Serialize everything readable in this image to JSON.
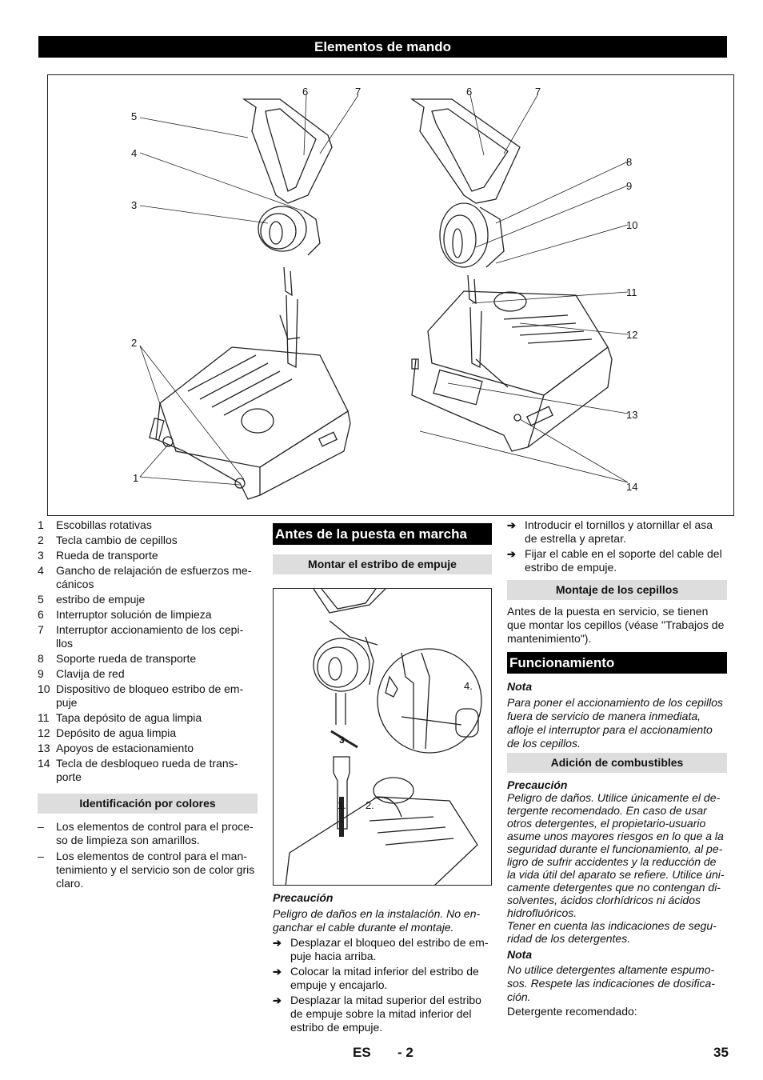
{
  "section_title": "Elementos de mando",
  "figure_callouts": [
    "6",
    "7",
    "6",
    "7",
    "5",
    "4",
    "3",
    "8",
    "9",
    "10",
    "11",
    "12",
    "2",
    "13",
    "1",
    "14"
  ],
  "parts": [
    {
      "num": "1",
      "text": "Escobillas rotativas"
    },
    {
      "num": "2",
      "text": "Tecla cambio de cepillos"
    },
    {
      "num": "3",
      "text": "Rueda de transporte"
    },
    {
      "num": "4",
      "text": "Gancho de relajación de esfuerzos me-cánicos"
    },
    {
      "num": "5",
      "text": "estribo de empuje"
    },
    {
      "num": "6",
      "text": "Interruptor solución de limpieza"
    },
    {
      "num": "7",
      "text": "Interruptor accionamiento de los cepi-llos"
    },
    {
      "num": "8",
      "text": "Soporte rueda de transporte"
    },
    {
      "num": "9",
      "text": "Clavija de red"
    },
    {
      "num": "10",
      "text": "Dispositivo de bloqueo estribo de em-puje"
    },
    {
      "num": "11",
      "text": "Tapa depósito de agua limpia"
    },
    {
      "num": "12",
      "text": "Depósito de agua limpia"
    },
    {
      "num": "13",
      "text": "Apoyos de estacionamiento"
    },
    {
      "num": "14",
      "text": "Tecla de desbloqueo rueda de trans-porte"
    }
  ],
  "color_id": {
    "heading": "Identificación por colores",
    "items": [
      "Los elementos de control para el proce-so de limpieza son amarillos.",
      "Los elementos de control para el man-tenimiento y el servicio son de color gris claro."
    ]
  },
  "before_start": {
    "heading": "Antes de la puesta en marcha",
    "subheading": "Montar el estribo de empuje",
    "subfig_labels": [
      "4.",
      "3",
      "1.",
      "2."
    ],
    "caution_title": "Precaución",
    "caution_text": "Peligro de daños en la instalación. No en-ganchar el cable durante el montaje.",
    "steps": [
      "Desplazar el bloqueo del estribo de em-puje hacia arriba.",
      "Colocar la mitad inferior del estribo de empuje y encajarlo.",
      "Desplazar la mitad superior del estribo de empuje sobre la mitad inferior del estribo de empuje."
    ]
  },
  "col3_steps": [
    "Introducir el tornillos y atornillar el asa de estrella y apretar.",
    "Fijar el cable en el soporte del cable del estribo de empuje."
  ],
  "brushes": {
    "heading": "Montaje de los cepillos",
    "text": "Antes de la puesta en servicio, se tienen que montar los cepillos (véase \"Trabajos de mantenimiento\")."
  },
  "operation": {
    "heading": "Funcionamiento",
    "note_title": "Nota",
    "note_text": "Para poner el accionamiento de los cepillos fuera de servicio de manera inmediata, afloje el interruptor para el accionamiento de los cepillos."
  },
  "fuel": {
    "heading": "Adición de combustibles",
    "caution_title": "Precaución",
    "caution_text": "Peligro de daños. Utilice únicamente el de-tergente recomendado. En caso de usar otros detergentes, el propietario-usuario asume unos mayores riesgos en lo que a la seguridad durante el funcionamiento, al pe-ligro de sufrir accidentes y la reducción de la vida útil del aparato se refiere. Utilice úni-camente detergentes que no contengan di-solventes, ácidos clorhídricos ni ácidos hidrofluóricos.",
    "caution_text2": "Tener en cuenta las indicaciones de segu-ridad de los detergentes.",
    "note_title": "Nota",
    "note_text": "No utilice detergentes altamente espumo-sos. Respete las indicaciones de dosifica-ción.",
    "recommended": "Detergente recomendado:"
  },
  "footer": {
    "lang": "ES",
    "page_local": "- 2",
    "page": "35"
  }
}
